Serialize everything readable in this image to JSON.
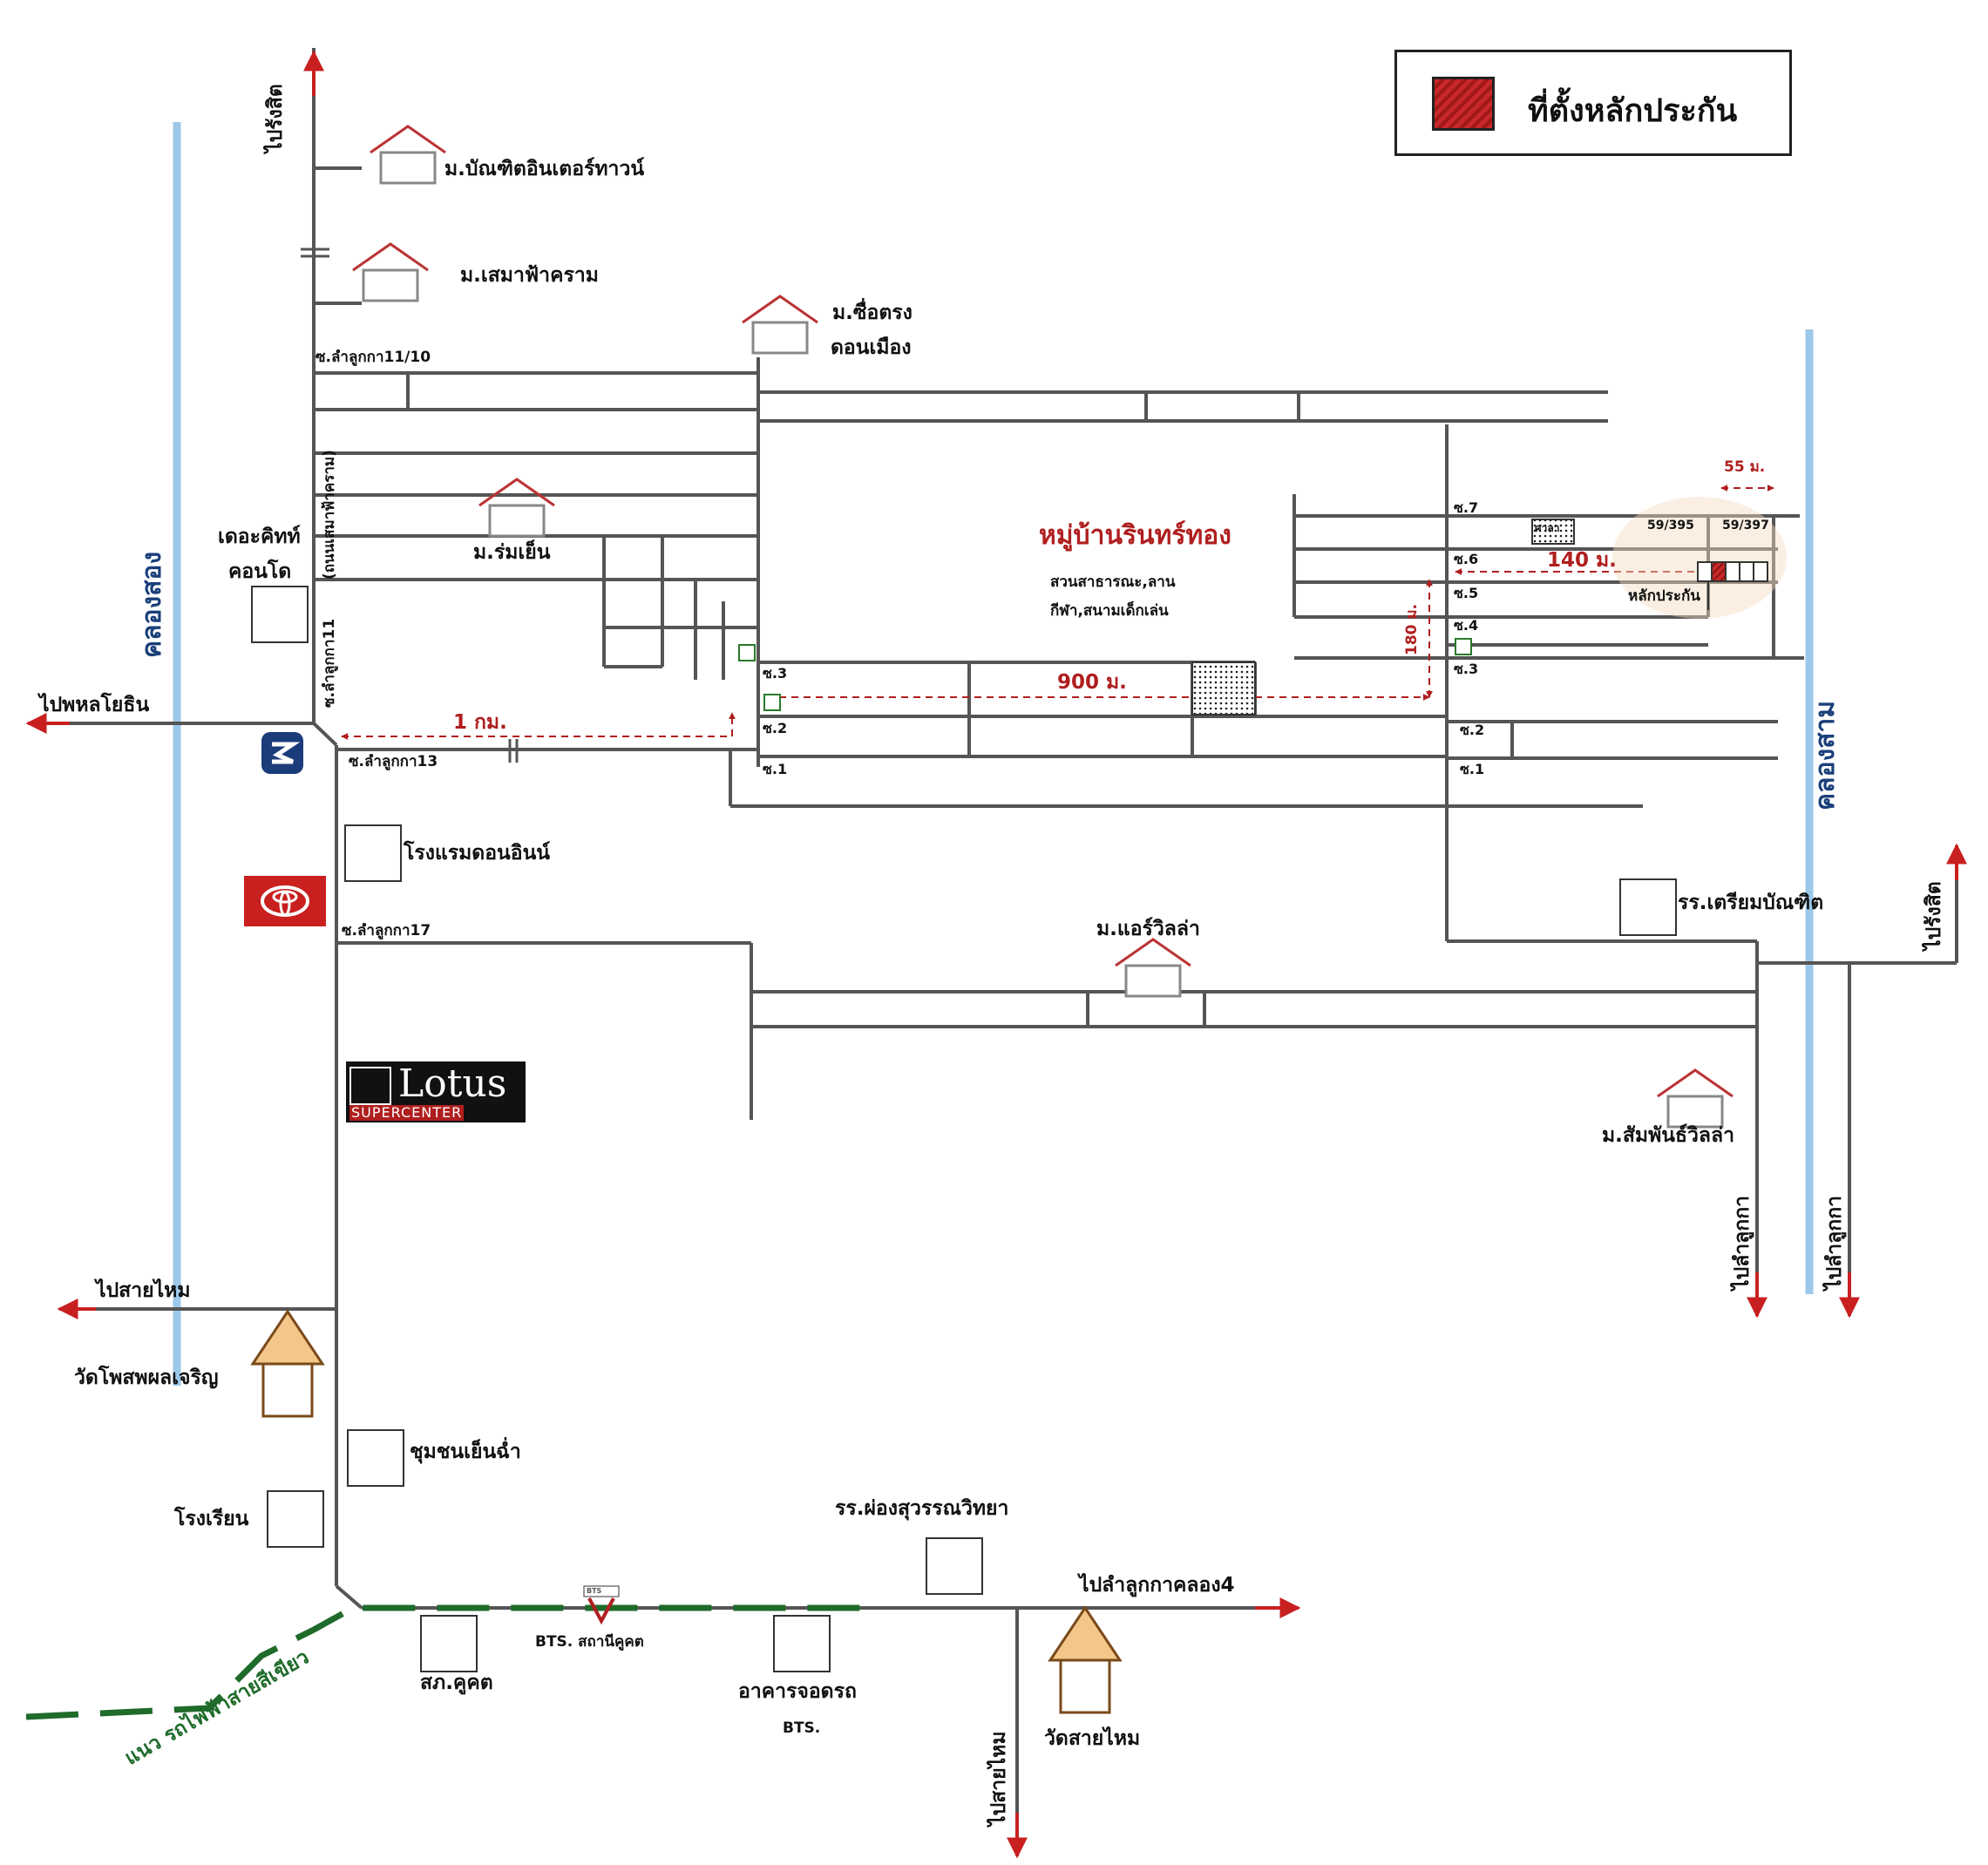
{
  "legend": {
    "label": "ที่ตั้งหลักประกัน",
    "swatch_color": "#c8282a"
  },
  "colors": {
    "road": "#555555",
    "canal": "#9cc8ea",
    "arrow": "#c82020",
    "bts_line": "#1f6b2a",
    "distance": "#b01e1e"
  },
  "canals": {
    "khlong_song": "คลองสอง",
    "khlong_sam": "คลองสาม"
  },
  "directions": {
    "to_rangsit_top": "ไปรังสิต",
    "to_phahon": "ไปพหลโยธิน",
    "to_saimai_left": "ไปสายไหม",
    "to_rangsit_right": "ไปรังสิต",
    "to_lamlukka_1": "ไปลำลูกกา",
    "to_lamlukka_2": "ไปลำลูกกา",
    "to_lamlukka_khlong4": "ไปลำลูกกาคลอง4",
    "to_saimai_bottom": "ไปสายไหม"
  },
  "roads": {
    "soi_11_10": "ซ.ลำลูกกา11/10",
    "soi_11": "ซ.ลำลูกกา11",
    "thanon_semafa": "(ถนนเสมาฟ้าคราม)",
    "soi_13": "ซ.ลำลูกกา13",
    "soi_17": "ซ.ลำลูกกา17"
  },
  "villages": {
    "bundit": "ม.บัณฑิตอินเตอร์ทาวน์",
    "semafa": "ม.เสมาฟ้าคราม",
    "suetrong_1": "ม.ซื่อตรง",
    "suetrong_2": "ดอนเมือง",
    "romyen": "ม.ร่มเย็น",
    "rinthong": "หมู่บ้านรินทร์ทอง",
    "air_villa": "ม.แอร์วิลล่า",
    "samphan": "ม.สัมพันธ์วิลล่า"
  },
  "places": {
    "condo_1": "เดอะคิทท์",
    "condo_2": "คอนโด",
    "hotel": "โรงแรมดอนอินน์",
    "tiam": "รร.เตรียมบัณฑิต",
    "wat_phot": "วัดโพสพผลเจริญ",
    "chumchon": "ชุมชนเย็นฉ่ำ",
    "school": "โรงเรียน",
    "phongsuwan": "รร.ผ่องสุวรรณวิทยา",
    "police": "สภ.คูคต",
    "bts_station": "BTS. สถานีคูคต",
    "bts_parking_1": "อาคารจอดรถ",
    "bts_parking_2": "BTS.",
    "wat_saimai": "วัดสายไหม",
    "bts_line": "แนว รถไฟฟ้าสายสีเขียว",
    "park_1": "สวนสาธารณะ,ลาน",
    "park_2": "กีฬา,สนามเด็กเล่น",
    "sala": "ศาลา",
    "bts_logo_text": "BTS"
  },
  "brands": {
    "lotus_1": "Lotus",
    "lotus_2": "SUPERCENTER"
  },
  "distances": {
    "d1": "1 กม.",
    "d900": "900 ม.",
    "d180": "180 ม.",
    "d140": "140 ม.",
    "d55": "55 ม."
  },
  "collateral": {
    "label": "หลักประกัน",
    "plot_a": "59/395",
    "plot_b": "59/397"
  },
  "sois_west": [
    "ซ.3",
    "ซ.2",
    "ซ.1"
  ],
  "sois_east": [
    "ซ.7",
    "ซ.6",
    "ซ.5",
    "ซ.4",
    "ซ.3",
    "ซ.2",
    "ซ.1"
  ]
}
